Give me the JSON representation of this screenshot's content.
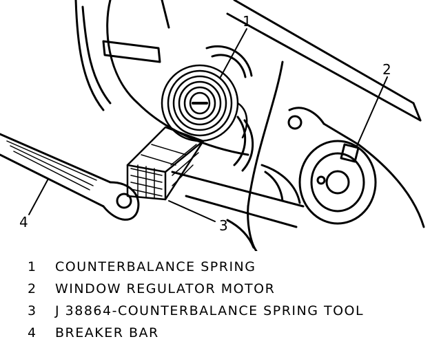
{
  "callouts": [
    {
      "number": "1"
    },
    {
      "number": "2"
    },
    {
      "number": "3"
    },
    {
      "number": "4"
    }
  ],
  "legend": [
    {
      "number": "1",
      "label": "COUNTERBALANCE SPRING"
    },
    {
      "number": "2",
      "label": "WINDOW REGULATOR MOTOR"
    },
    {
      "number": "3",
      "label": "J 38864-COUNTERBALANCE SPRING TOOL"
    },
    {
      "number": "4",
      "label": "BREAKER BAR"
    }
  ]
}
